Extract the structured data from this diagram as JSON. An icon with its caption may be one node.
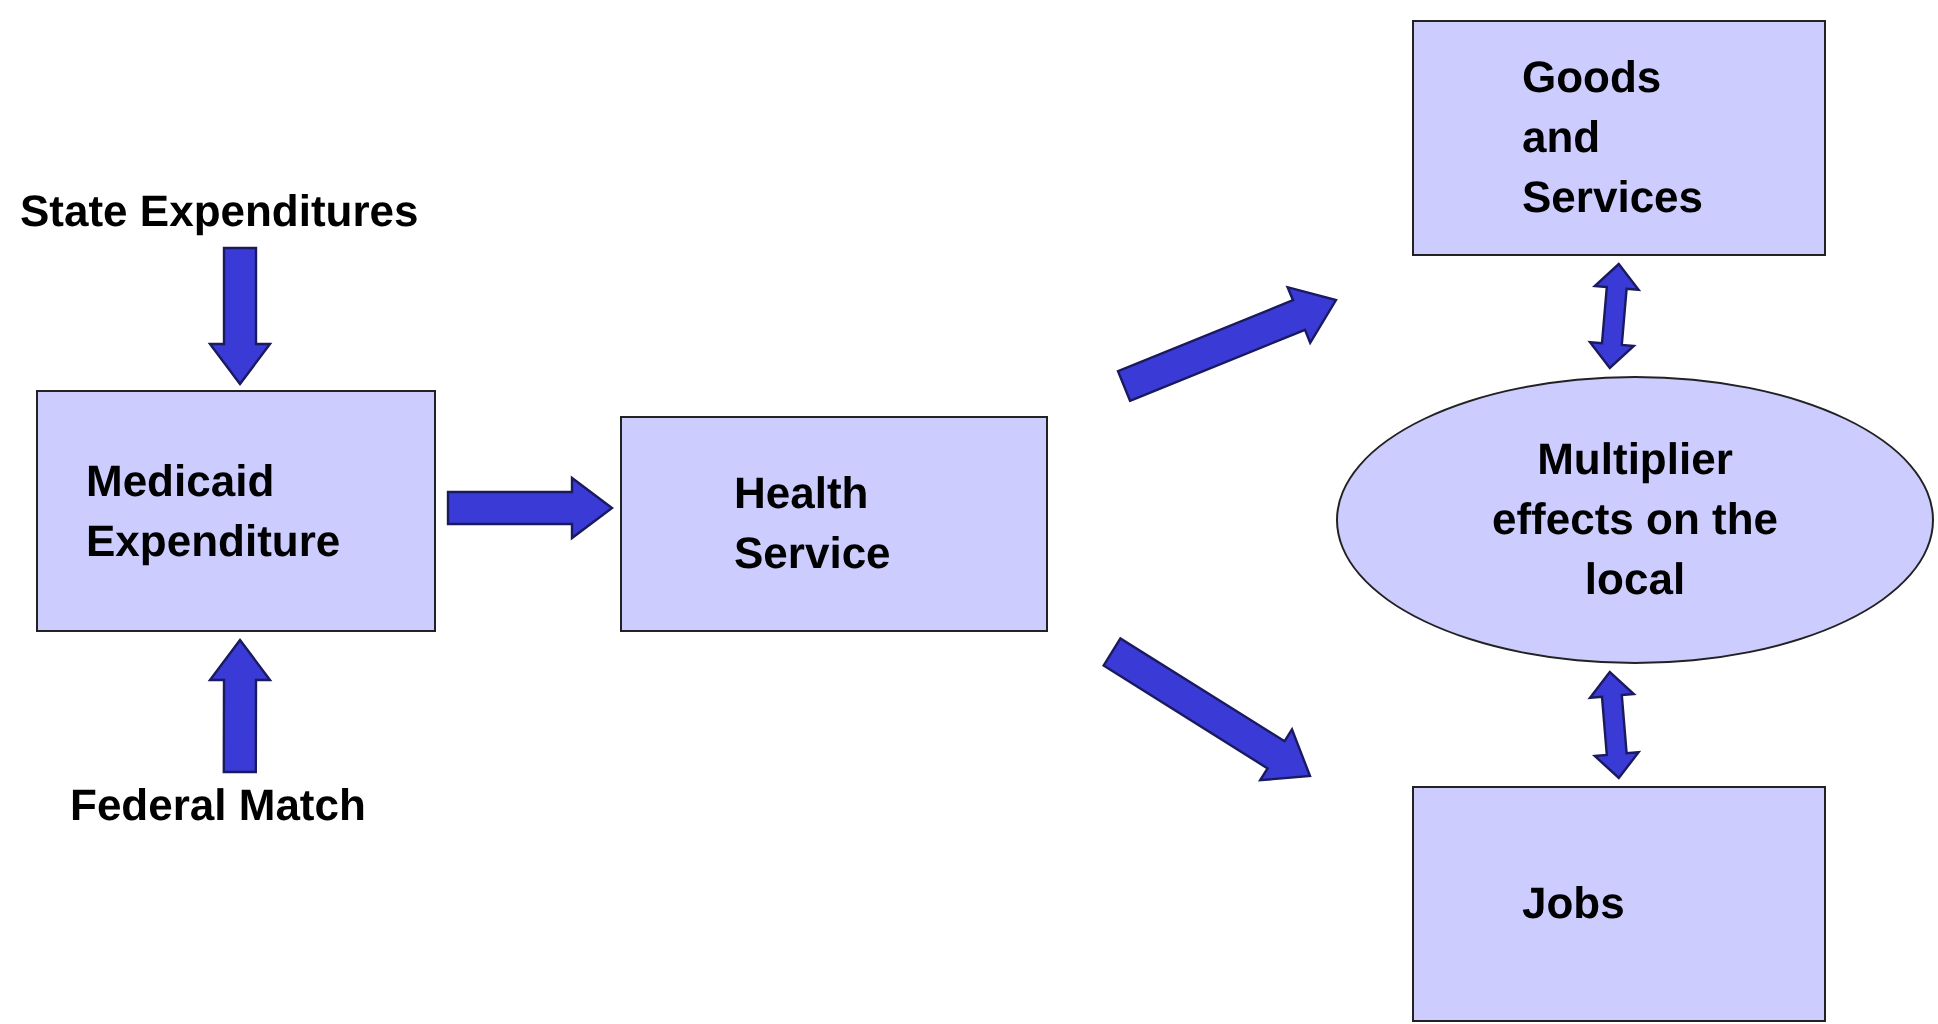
{
  "diagram": {
    "nodes": [
      {
        "text": [
          "State Expenditures"
        ]
      },
      {
        "text": [
          "Medicaid Expenditure"
        ]
      },
      {
        "text": [
          "Federal Match"
        ]
      },
      {
        "text": [
          "Health Service"
        ]
      },
      {
        "text": [
          "Goods and Services"
        ]
      },
      {
        "text": [
          "Multiplier effects on the local"
        ]
      },
      {
        "text": [
          "Jobs"
        ]
      }
    ],
    "edges": [
      {
        "from": 0,
        "to": 1,
        "arrow": "to"
      },
      {
        "from": 2,
        "to": 1,
        "arrow": "to"
      },
      {
        "from": 1,
        "to": 3,
        "arrow": "to"
      },
      {
        "from": 3,
        "to": 4,
        "arrow": "to"
      },
      {
        "from": 3,
        "to": 6,
        "arrow": "to"
      },
      {
        "from": 4,
        "to": 5,
        "arrow": "both"
      },
      {
        "from": 5,
        "to": 6,
        "arrow": "both"
      }
    ]
  }
}
